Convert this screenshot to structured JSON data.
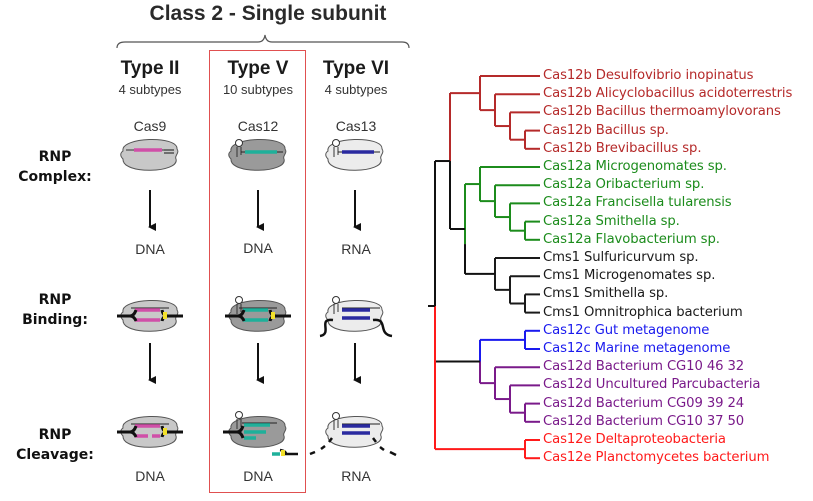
{
  "title": "Class 2 - Single subunit",
  "types": [
    {
      "name": "Type II",
      "subtypes": "4 subtypes",
      "protein": "Cas9",
      "target_1": "DNA",
      "target_2": "DNA",
      "highlighted": false,
      "guide_color": "#d04fa8",
      "body_color": "#c8c8c8"
    },
    {
      "name": "Type V",
      "subtypes": "10 subtypes",
      "protein": "Cas12",
      "target_1": "DNA",
      "target_2": "DNA",
      "highlighted": true,
      "guide_color": "#1fb09a",
      "body_color": "#9a9a9a"
    },
    {
      "name": "Type VI",
      "subtypes": "4 subtypes",
      "protein": "Cas13",
      "target_1": "RNA",
      "target_2": "RNA",
      "highlighted": false,
      "guide_color": "#2a2aa0",
      "body_color": "#ececec"
    }
  ],
  "row_labels": [
    {
      "line1": "RNP",
      "line2": "Complex:"
    },
    {
      "line1": "RNP",
      "line2": "Binding:"
    },
    {
      "line1": "RNP",
      "line2": "Cleavage:"
    }
  ],
  "colors": {
    "highlight_box": "#e05050",
    "pam": "#f2e02a"
  },
  "tree": {
    "clades": [
      {
        "name": "Cas12b",
        "color": "#b52a2a"
      },
      {
        "name": "Cas12a",
        "color": "#1c8c1c"
      },
      {
        "name": "Cms1",
        "color": "#1a1a1a"
      },
      {
        "name": "Cas12c",
        "color": "#1a1aee"
      },
      {
        "name": "Cas12d",
        "color": "#7a1a8a"
      },
      {
        "name": "Cas12e",
        "color": "#ff1a1a"
      }
    ],
    "leaves": [
      {
        "label": "Cas12b Desulfovibrio inopinatus",
        "clade": 0
      },
      {
        "label": "Cas12b Alicyclobacillus acidoterrestris",
        "clade": 0
      },
      {
        "label": "Cas12b Bacillus thermoamylovorans",
        "clade": 0
      },
      {
        "label": "Cas12b Bacillus sp.",
        "clade": 0
      },
      {
        "label": "Cas12b Brevibacillus sp.",
        "clade": 0
      },
      {
        "label": "Cas12a Microgenomates sp.",
        "clade": 1
      },
      {
        "label": "Cas12a Oribacterium sp.",
        "clade": 1
      },
      {
        "label": "Cas12a Francisella tularensis",
        "clade": 1
      },
      {
        "label": "Cas12a Smithella sp.",
        "clade": 1
      },
      {
        "label": "Cas12a Flavobacterium sp.",
        "clade": 1
      },
      {
        "label": "Cms1 Sulfuricurvum sp.",
        "clade": 2
      },
      {
        "label": "Cms1 Microgenomates sp.",
        "clade": 2
      },
      {
        "label": "Cms1 Smithella sp.",
        "clade": 2
      },
      {
        "label": "Cms1 Omnitrophica bacterium",
        "clade": 2
      },
      {
        "label": "Cas12c Gut metagenome",
        "clade": 3
      },
      {
        "label": "Cas12c Marine metagenome",
        "clade": 3
      },
      {
        "label": "Cas12d Bacterium CG10 46 32",
        "clade": 4
      },
      {
        "label": "Cas12d Uncultured Parcubacteria",
        "clade": 4
      },
      {
        "label": "Cas12d Bacterium CG09 39 24",
        "clade": 4
      },
      {
        "label": "Cas12d Bacterium CG10 37 50",
        "clade": 4
      },
      {
        "label": "Cas12e Deltaproteobacteria",
        "clade": 5
      },
      {
        "label": "Cas12e Planctomycetes bacterium",
        "clade": 5
      }
    ]
  }
}
